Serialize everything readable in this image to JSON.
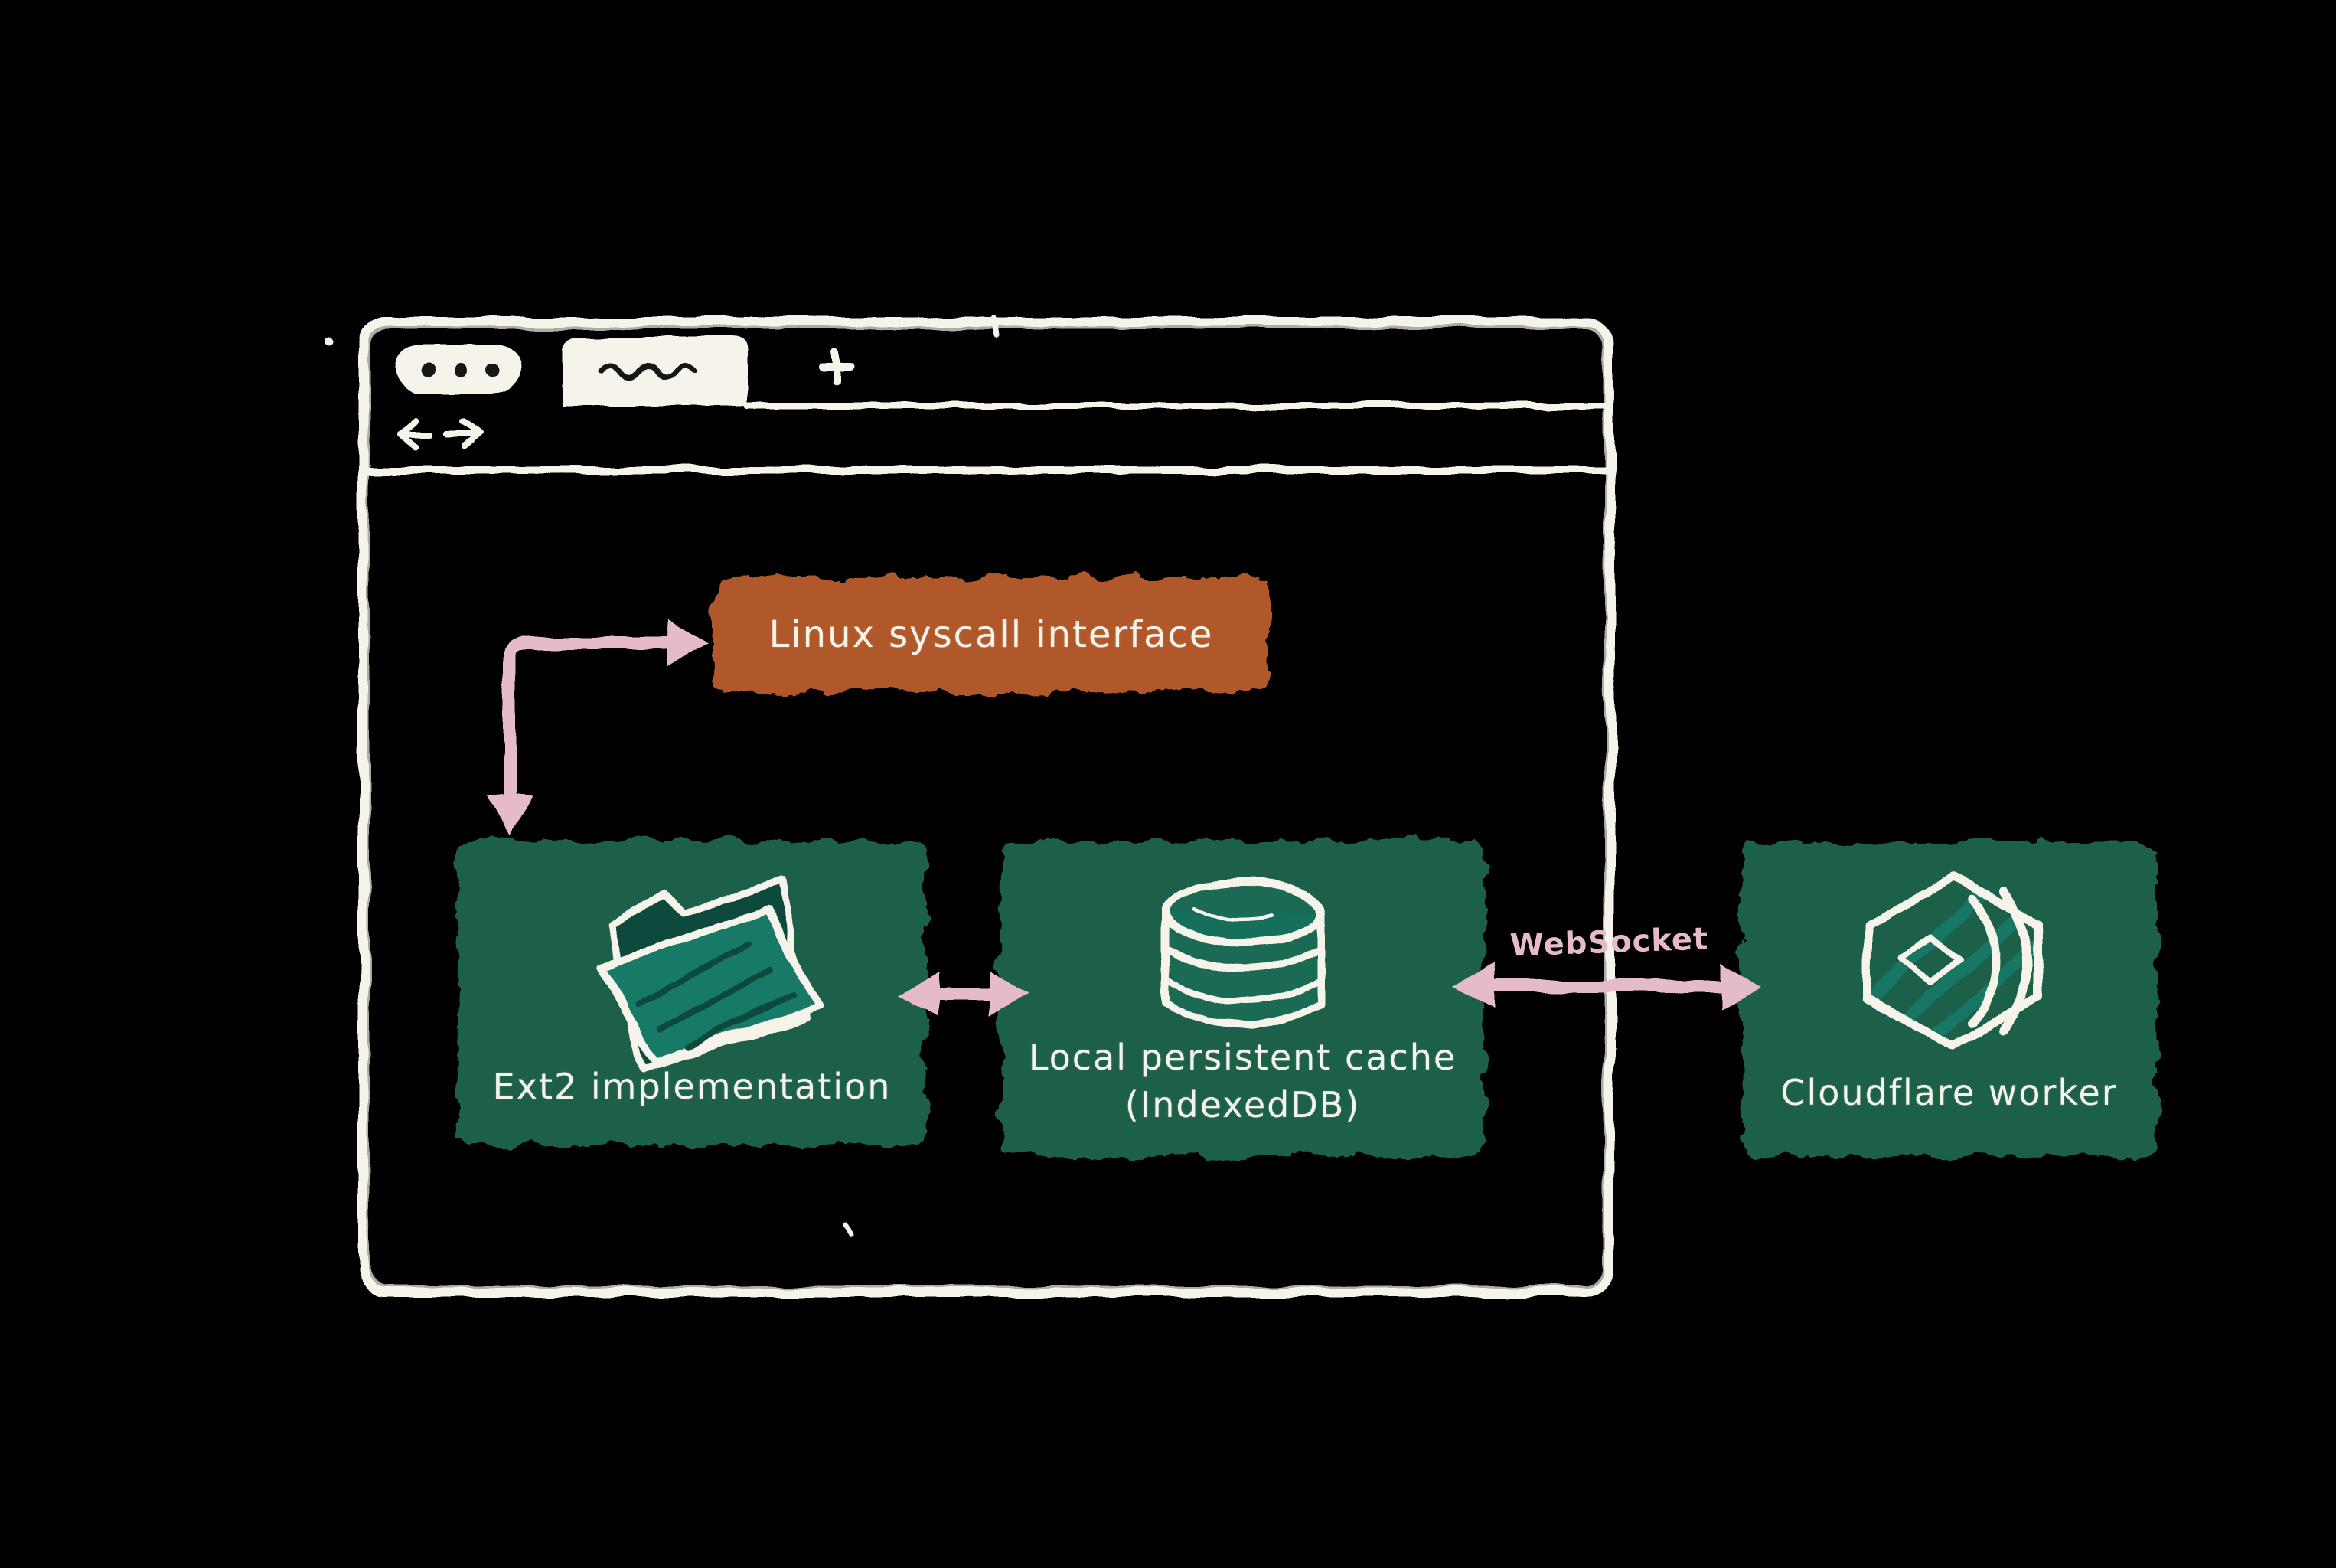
{
  "colors": {
    "background": "#000000",
    "chalk": "#f6f3ea",
    "ink": "#151515",
    "orange": "#b0582a",
    "green": "#1d6049",
    "teal": "#147a66",
    "teal_dark": "#0b4a3c",
    "pink": "#e5bac9"
  },
  "browser_window": {
    "traffic_lights_icon": "three-dots",
    "new_tab_icon": "plus",
    "back_icon": "arrow-left",
    "forward_icon": "arrow-right"
  },
  "nodes": {
    "syscall": {
      "label": "Linux syscall interface",
      "color": "orange"
    },
    "ext2": {
      "label": "Ext2 implementation",
      "icon": "folder-icon",
      "color": "green"
    },
    "cache": {
      "label_line1": "Local persistent cache",
      "label_line2": "(IndexedDB)",
      "icon": "database-icon",
      "color": "green"
    },
    "worker": {
      "label": "Cloudflare worker",
      "icon": "cloudflare-workers-icon",
      "color": "green"
    }
  },
  "edges": {
    "ext2_to_syscall": {
      "style": "elbow",
      "arrowheads": "both"
    },
    "ext2_to_cache": {
      "style": "straight",
      "arrowheads": "both"
    },
    "cache_to_worker": {
      "style": "straight",
      "arrowheads": "both",
      "label": "WebSocket"
    }
  }
}
